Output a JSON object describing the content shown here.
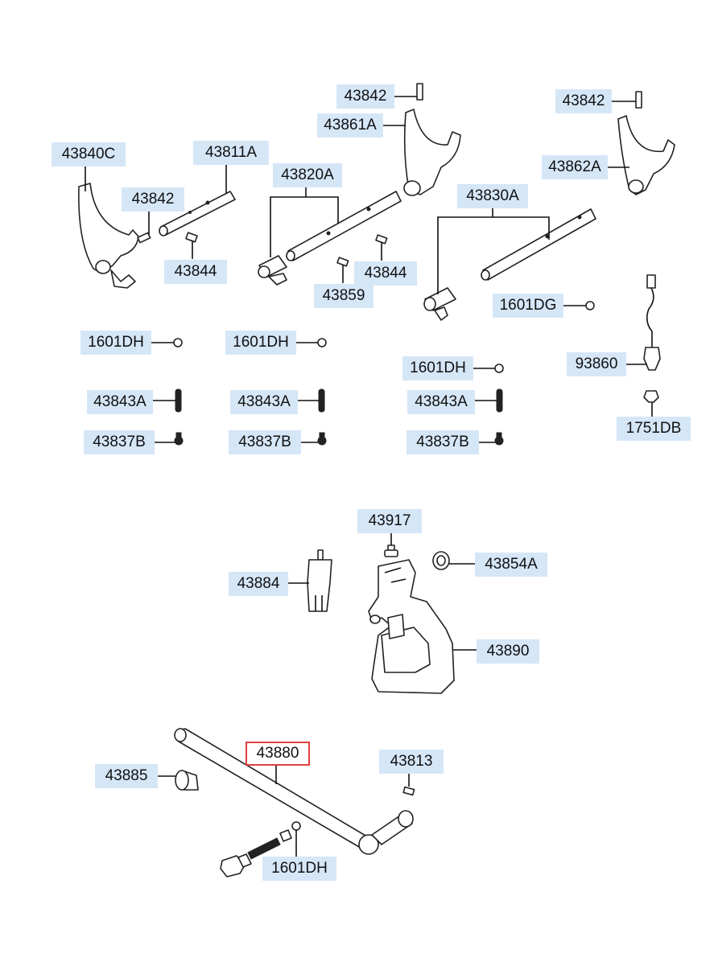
{
  "labels": {
    "p43840C": "43840C",
    "p43811A": "43811A",
    "p43842_a": "43842",
    "p43844_a": "43844",
    "p43820A": "43820A",
    "p43842_b": "43842",
    "p43861A": "43861A",
    "p43859": "43859",
    "p43844_b": "43844",
    "p43830A": "43830A",
    "p43842_c": "43842",
    "p43862A": "43862A",
    "p1601DG": "1601DG",
    "p1601DH_a": "1601DH",
    "p1601DH_b": "1601DH",
    "p1601DH_c": "1601DH",
    "p93860": "93860",
    "p43843A_a": "43843A",
    "p43843A_b": "43843A",
    "p43843A_c": "43843A",
    "p1751DB": "1751DB",
    "p43837B_a": "43837B",
    "p43837B_b": "43837B",
    "p43837B_c": "43837B",
    "p43917": "43917",
    "p43854A": "43854A",
    "p43884": "43884",
    "p43890": "43890",
    "p43880": "43880",
    "p43813": "43813",
    "p43885": "43885",
    "p1601DH_d": "1601DH"
  },
  "colors": {
    "label_bg": "#d5e6f7",
    "highlight_border": "#e0403f",
    "line": "#111111"
  }
}
